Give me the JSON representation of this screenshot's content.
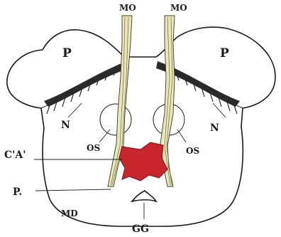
{
  "labels": {
    "mo_left": "MO",
    "mo_right": "MO",
    "p_left": "P",
    "p_right": "P",
    "n_left": "N",
    "n_right": "N",
    "os_left": "OS",
    "os_right": "OS",
    "ca": "C'A'",
    "p_dot": "P.",
    "md": "MD",
    "gg": "GG"
  },
  "colors": {
    "ganglion": "#c8262c",
    "nerve": "#e9e6b8",
    "outline": "#1a1a1a"
  }
}
